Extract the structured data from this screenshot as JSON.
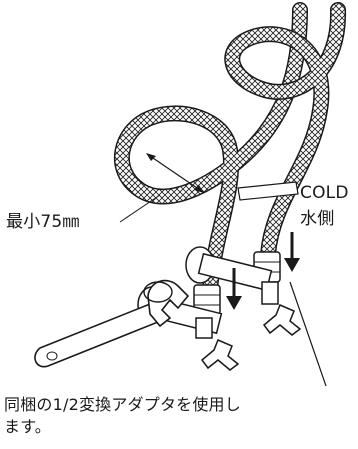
{
  "labels": {
    "min_bend_radius": "最小75㎜",
    "cold_line1": "COLD",
    "cold_line2": "水側",
    "note_line1": "同梱の1/2変換アダプタを使用し",
    "note_line2": "ます。"
  },
  "colors": {
    "line": "#1a1a1a",
    "braid_fill": "#ffffff",
    "background": "#ffffff"
  },
  "icons": [
    "braided-hose-icon",
    "adjustable-wrench-icon",
    "stop-valve-icon",
    "arrow-down-icon"
  ]
}
